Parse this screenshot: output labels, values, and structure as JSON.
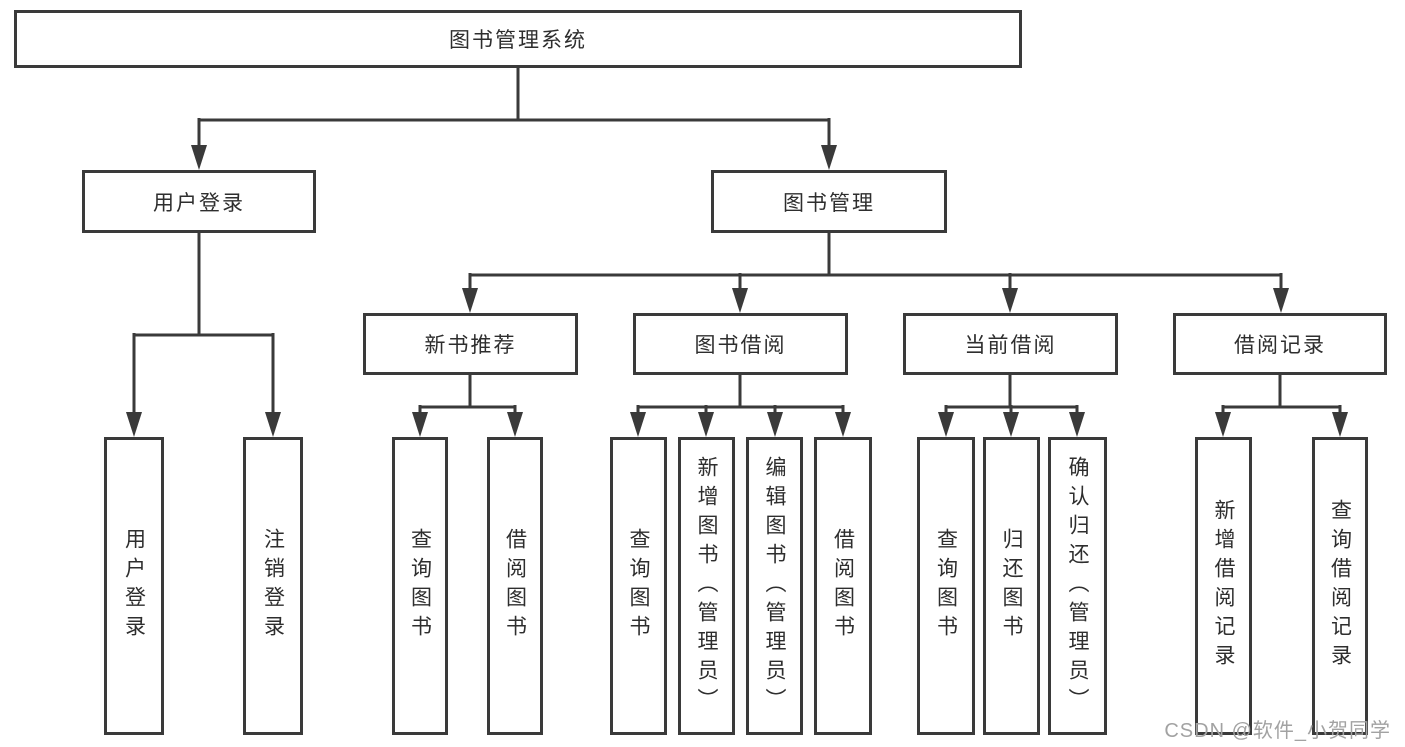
{
  "colors": {
    "line": "#3a3a3a",
    "box_border": "#3a3a3a",
    "text": "#2e2e2e",
    "watermark": "#a2a2a2",
    "background": "#ffffff"
  },
  "nodes": {
    "root": {
      "label": "图书管理系统"
    },
    "user_login": {
      "label": "用户登录"
    },
    "book_mgmt": {
      "label": "图书管理"
    },
    "new_book_rec": {
      "label": "新书推荐"
    },
    "book_borrow": {
      "label": "图书借阅"
    },
    "current_borrow": {
      "label": "当前借阅"
    },
    "borrow_record": {
      "label": "借阅记录"
    },
    "leaf_user_login": {
      "label": "用户登录"
    },
    "leaf_logout": {
      "label": "注销登录"
    },
    "leaf_query_book_rec": {
      "label": "查询图书"
    },
    "leaf_borrow_book_rec": {
      "label": "借阅图书"
    },
    "leaf_query_book_borrow": {
      "label": "查询图书"
    },
    "leaf_add_book_admin": {
      "label": "新增图书（管理员）"
    },
    "leaf_edit_book_admin": {
      "label": "编辑图书（管理员）"
    },
    "leaf_borrow_book_borrow": {
      "label": "借阅图书"
    },
    "leaf_query_book_current": {
      "label": "查询图书"
    },
    "leaf_return_book": {
      "label": "归还图书"
    },
    "leaf_confirm_return_admin": {
      "label": "确认归还（管理员）"
    },
    "leaf_add_borrow_record": {
      "label": "新增借阅记录"
    },
    "leaf_query_borrow_record": {
      "label": "查询借阅记录"
    }
  },
  "watermark": {
    "text": "CSDN @软件_小贺同学"
  }
}
